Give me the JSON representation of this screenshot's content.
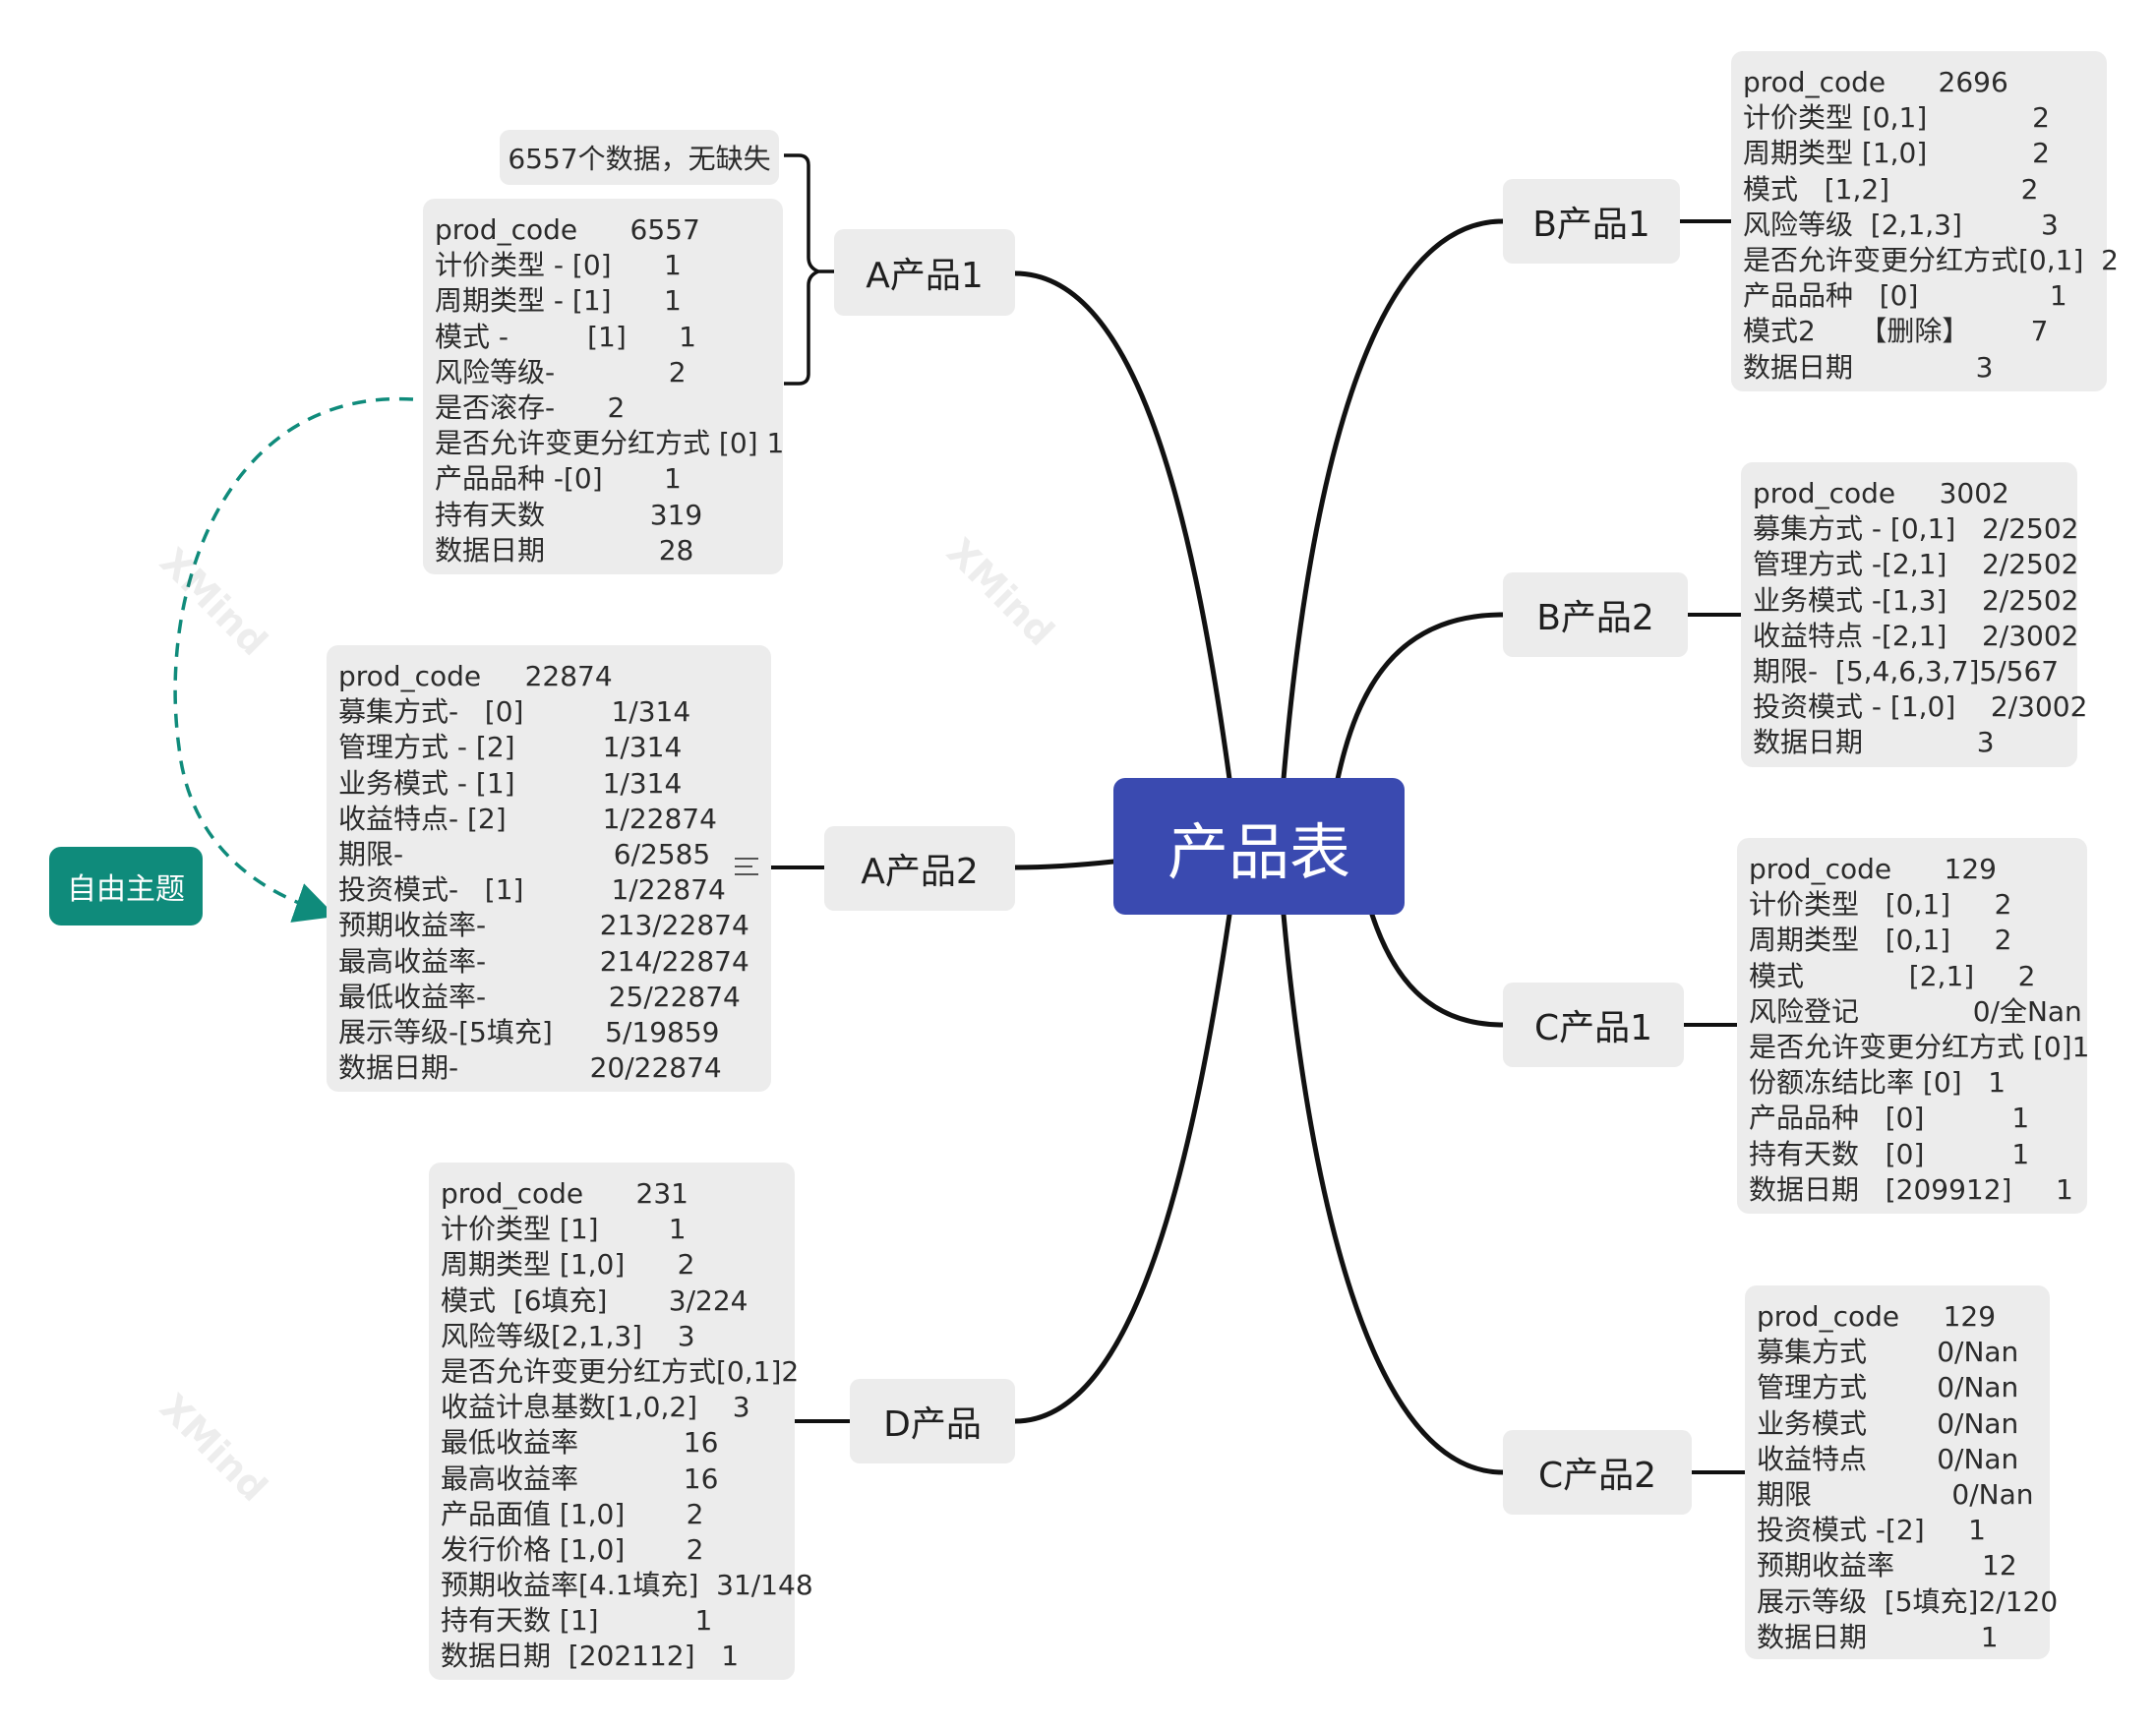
{
  "central": {
    "label": "产品表"
  },
  "free_topic": {
    "label": "自由主题"
  },
  "summary": {
    "label": "6557个数据，无缺失"
  },
  "watermark": {
    "text": "XMind"
  },
  "branches": [
    {
      "id": "a1",
      "label": "A产品1",
      "note": [
        "prod_code      6557",
        "计价类型 - [0]      1",
        "周期类型 - [1]      1",
        "模式 -         [1]      1",
        "风险等级-             2",
        "是否滚存-      2",
        "是否允许变更分红方式 [0] 1",
        "产品品种 -[0]       1",
        "持有天数            319",
        "数据日期             28"
      ]
    },
    {
      "id": "a2",
      "label": "A产品2",
      "note": [
        "prod_code     22874",
        "募集方式-   [0]          1/314",
        "管理方式 - [2]          1/314",
        "业务模式 - [1]          1/314",
        "收益特点- [2]           1/22874",
        "期限-                        6/2585",
        "投资模式-   [1]          1/22874",
        "预期收益率-             213/22874",
        "最高收益率-             214/22874",
        "最低收益率-              25/22874",
        "展示等级-[5填充]      5/19859",
        "数据日期-               20/22874"
      ]
    },
    {
      "id": "d",
      "label": "D产品",
      "note": [
        "prod_code      231",
        "计价类型 [1]        1",
        "周期类型 [1,0]      2",
        "模式  [6填充]       3/224",
        "风险等级[2,1,3]    3",
        "是否允许变更分红方式[0,1]2",
        "收益计息基数[1,0,2]    3",
        "最低收益率            16",
        "最高收益率            16",
        "产品面值 [1,0]       2",
        "发行价格 [1,0]       2",
        "预期收益率[4.1填充]  31/148",
        "持有天数 [1]           1",
        "数据日期  [202112]   1"
      ]
    },
    {
      "id": "b1",
      "label": "B产品1",
      "note": [
        "prod_code      2696",
        "计价类型 [0,1]            2",
        "周期类型 [1,0]            2",
        "模式   [1,2]               2",
        "风险等级  [2,1,3]         3",
        "是否允许变更分红方式[0,1]  2",
        "产品品种   [0]               1",
        "模式2     【删除】       7",
        "数据日期              3"
      ]
    },
    {
      "id": "b2",
      "label": "B产品2",
      "note": [
        "prod_code     3002",
        "募集方式 - [0,1]   2/2502",
        "管理方式 -[2,1]    2/2502",
        "业务模式 -[1,3]    2/2502",
        "收益特点 -[2,1]    2/3002",
        "期限-  [5,4,6,3,7]5/567",
        "投资模式 - [1,0]    2/3002",
        "数据日期             3"
      ]
    },
    {
      "id": "c1",
      "label": "C产品1",
      "note": [
        "prod_code      129",
        "计价类型   [0,1]     2",
        "周期类型   [0,1]     2",
        "模式            [2,1]     2",
        "风险登记             0/全Nan",
        "是否允许变更分红方式 [0]1",
        "份额冻结比率 [0]   1",
        "产品品种   [0]          1",
        "持有天数   [0]          1",
        "数据日期   [209912]     1"
      ]
    },
    {
      "id": "c2",
      "label": "C产品2",
      "note": [
        "prod_code     129",
        "募集方式        0/Nan",
        "管理方式        0/Nan",
        "业务模式        0/Nan",
        "收益特点        0/Nan",
        "期限                0/Nan",
        "投资模式 -[2]     1",
        "预期收益率          12",
        "展示等级  [5填充]2/120",
        "数据日期             1"
      ]
    }
  ],
  "colors": {
    "central": "#3a4ab0",
    "free_topic": "#0f8b7b",
    "relationship": "#0f8b7b",
    "topic_bg": "#ececec"
  }
}
